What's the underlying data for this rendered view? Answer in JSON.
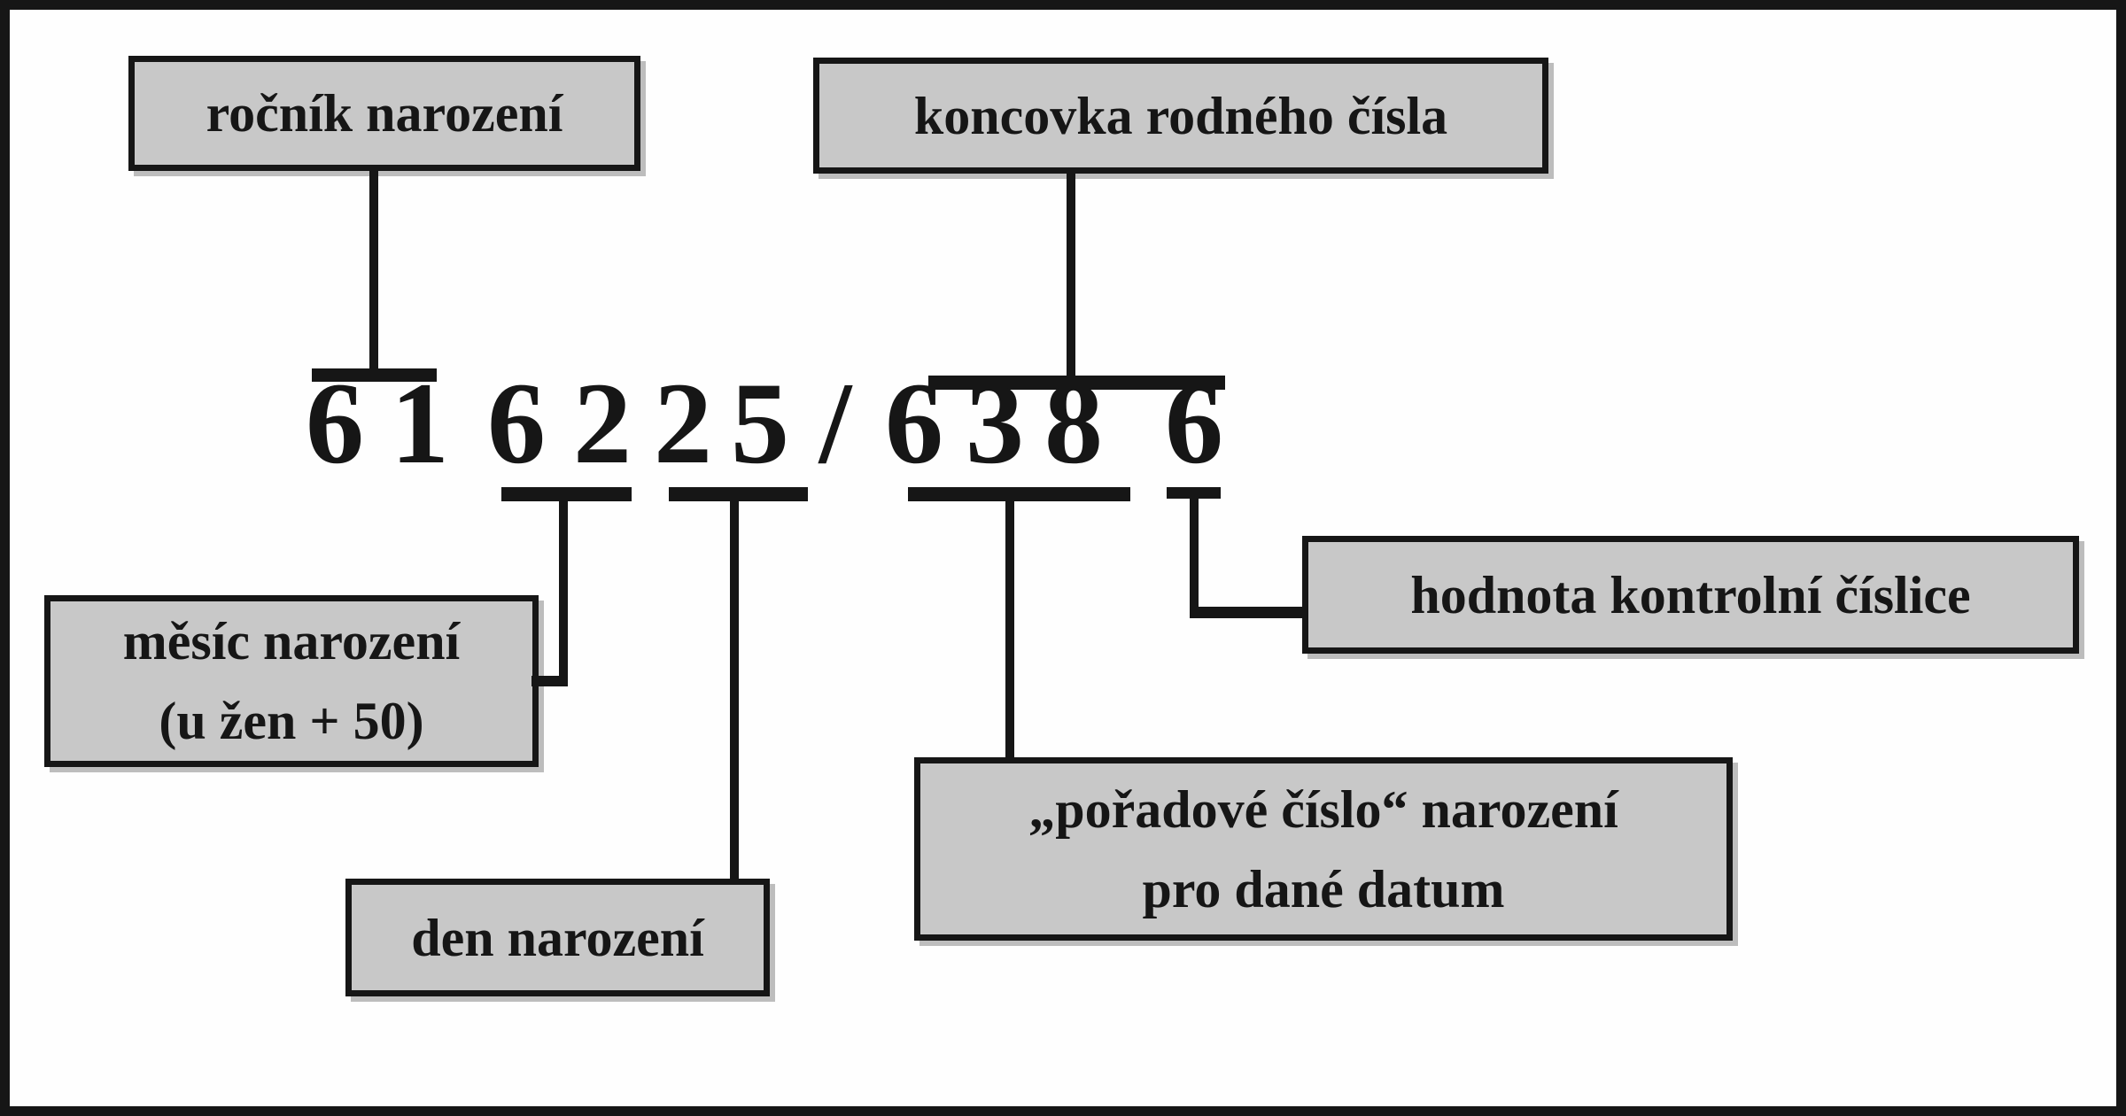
{
  "diagram": {
    "birth_number": {
      "value": "616225/6386",
      "digits": [
        "6",
        "1",
        "6",
        "2",
        "2",
        "5",
        "/",
        "6",
        "3",
        "8",
        "6"
      ]
    },
    "labels": {
      "year": "ročník narození",
      "ending": "koncovka rodného čísla",
      "month_line1": "měsíc narození",
      "month_line2": "(u žen + 50)",
      "day": "den narození",
      "serial_line1": "„pořadové číslo“ narození",
      "serial_line2": "pro dané datum",
      "check_digit": "hodnota kontrolní číslice"
    },
    "colors": {
      "box_fill": "#c8c8c8",
      "ink": "#161616",
      "background": "#fefefe"
    }
  }
}
